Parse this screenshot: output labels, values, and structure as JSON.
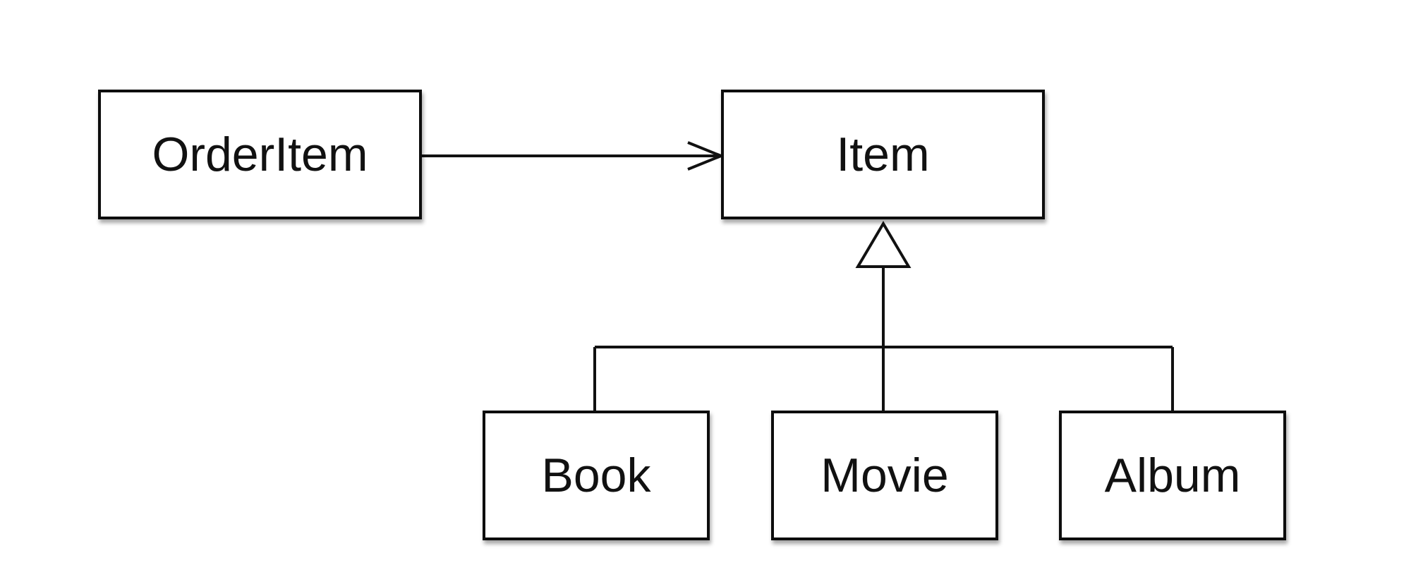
{
  "diagram": {
    "classes": {
      "order_item": "OrderItem",
      "item": "Item",
      "book": "Book",
      "movie": "Movie",
      "album": "Album"
    },
    "relationships": [
      {
        "type": "association",
        "from": "OrderItem",
        "to": "Item"
      },
      {
        "type": "generalization",
        "from": "Book",
        "to": "Item"
      },
      {
        "type": "generalization",
        "from": "Movie",
        "to": "Item"
      },
      {
        "type": "generalization",
        "from": "Album",
        "to": "Item"
      }
    ],
    "colors": {
      "line": "#111111",
      "box_fill": "#ffffff",
      "shadow": "#9a9a9a"
    }
  }
}
